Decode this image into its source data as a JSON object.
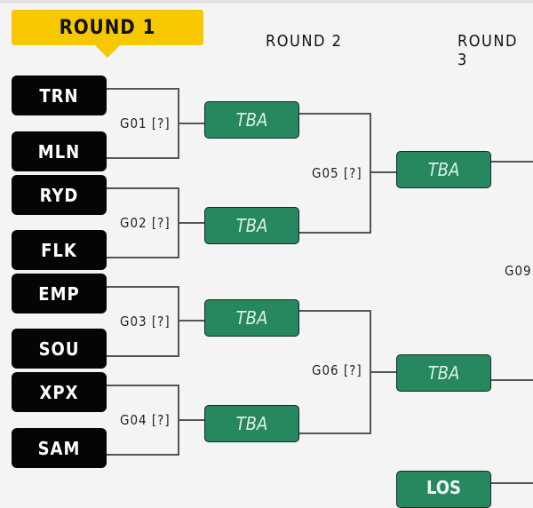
{
  "rounds": [
    "ROUND 1",
    "ROUND 2",
    "ROUND 3"
  ],
  "round1": {
    "teams": [
      "TRN",
      "MLN",
      "RYD",
      "FLK",
      "EMP",
      "SOU",
      "XPX",
      "SAM"
    ],
    "games": [
      "G01 [?]",
      "G02 [?]",
      "G03 [?]",
      "G04 [?]"
    ]
  },
  "round2": {
    "slots": [
      "TBA",
      "TBA",
      "TBA",
      "TBA"
    ],
    "games": [
      "G05 [?]",
      "G06 [?]"
    ]
  },
  "round3": {
    "slots": [
      "TBA",
      "TBA"
    ],
    "games": [
      "G09"
    ],
    "partial_slot": "LOS"
  },
  "colors": {
    "accent": "#f7c800",
    "team_bg": "#050505",
    "tba_bg": "#27875e",
    "line": "#555555",
    "background": "#f4f4f4"
  }
}
